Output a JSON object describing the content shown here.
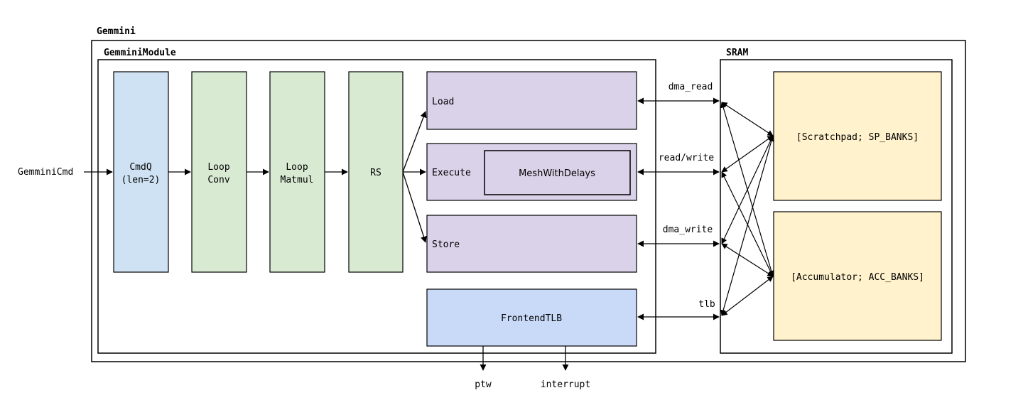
{
  "labels": {
    "gemmini": "Gemmini",
    "gemmini_module": "GemminiModule",
    "sram": "SRAM",
    "gemmini_cmd": "GemminiCmd",
    "cmdq_line1": "CmdQ",
    "cmdq_line2": "(len=2)",
    "loop_conv_line1": "Loop",
    "loop_conv_line2": "Conv",
    "loop_matmul_line1": "Loop",
    "loop_matmul_line2": "Matmul",
    "rs": "RS",
    "load": "Load",
    "execute": "Execute",
    "mesh_with_delays": "MeshWithDelays",
    "store": "Store",
    "frontend_tlb": "FrontendTLB",
    "dma_read": "dma_read",
    "read_write": "read/write",
    "dma_write": "dma_write",
    "tlb": "tlb",
    "scratchpad": "[Scratchpad; SP_BANKS]",
    "accumulator": "[Accumulator; ACC_BANKS]",
    "ptw": "ptw",
    "interrupt": "interrupt"
  },
  "colors": {
    "cmdq_fill": "#cfe2f3",
    "loop_fill": "#d9ead3",
    "controller_fill": "#d9d2e9",
    "tlb_fill": "#c9daf8",
    "sram_bank_fill": "#fff2cc",
    "stroke": "#000000",
    "background": "#ffffff"
  }
}
